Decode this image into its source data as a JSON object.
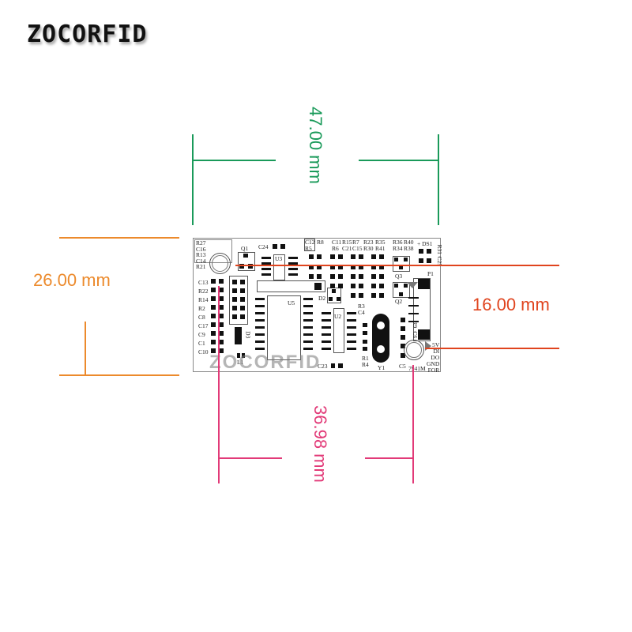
{
  "brand": {
    "logo_text": "ZOCORFID",
    "watermark": "ZOCORFID"
  },
  "dimensions": {
    "width": {
      "label": "47.00 mm",
      "color": "#1a9a5a"
    },
    "height": {
      "label": "26.00 mm",
      "color": "#ec8a2c"
    },
    "connector_span": {
      "label": "16.00 mm",
      "color": "#e0441e"
    },
    "hole_spacing": {
      "label": "36.98 mm",
      "color": "#e23a78"
    }
  },
  "board": {
    "model": "7941M",
    "left_labels": [
      "C13",
      "R22",
      "R14",
      "R2",
      "C8",
      "C17",
      "C9",
      "C1",
      "C10"
    ],
    "corner_labels": [
      "R27",
      "C16",
      "R13",
      "C14",
      "R21"
    ],
    "top_labels": [
      "Q1",
      "C24",
      "U3",
      "C12",
      "R5",
      "R8",
      "C11",
      "R6",
      "R15",
      "C21",
      "R7",
      "C15",
      "R23",
      "R30",
      "R35",
      "R41",
      "R36",
      "R34",
      "R40",
      "R38",
      "+",
      "DS1",
      "R31",
      "C25"
    ],
    "component_labels": [
      "U5",
      "U2",
      "D2",
      "Q3",
      "Q2",
      "R3",
      "C4",
      "D3",
      "L1",
      "C23",
      "R1",
      "R4",
      "Y1",
      "C5",
      "R9",
      "C6",
      "P1"
    ],
    "pin_labels": [
      "5V",
      "DI",
      "DO",
      "GND",
      "FOR"
    ]
  }
}
